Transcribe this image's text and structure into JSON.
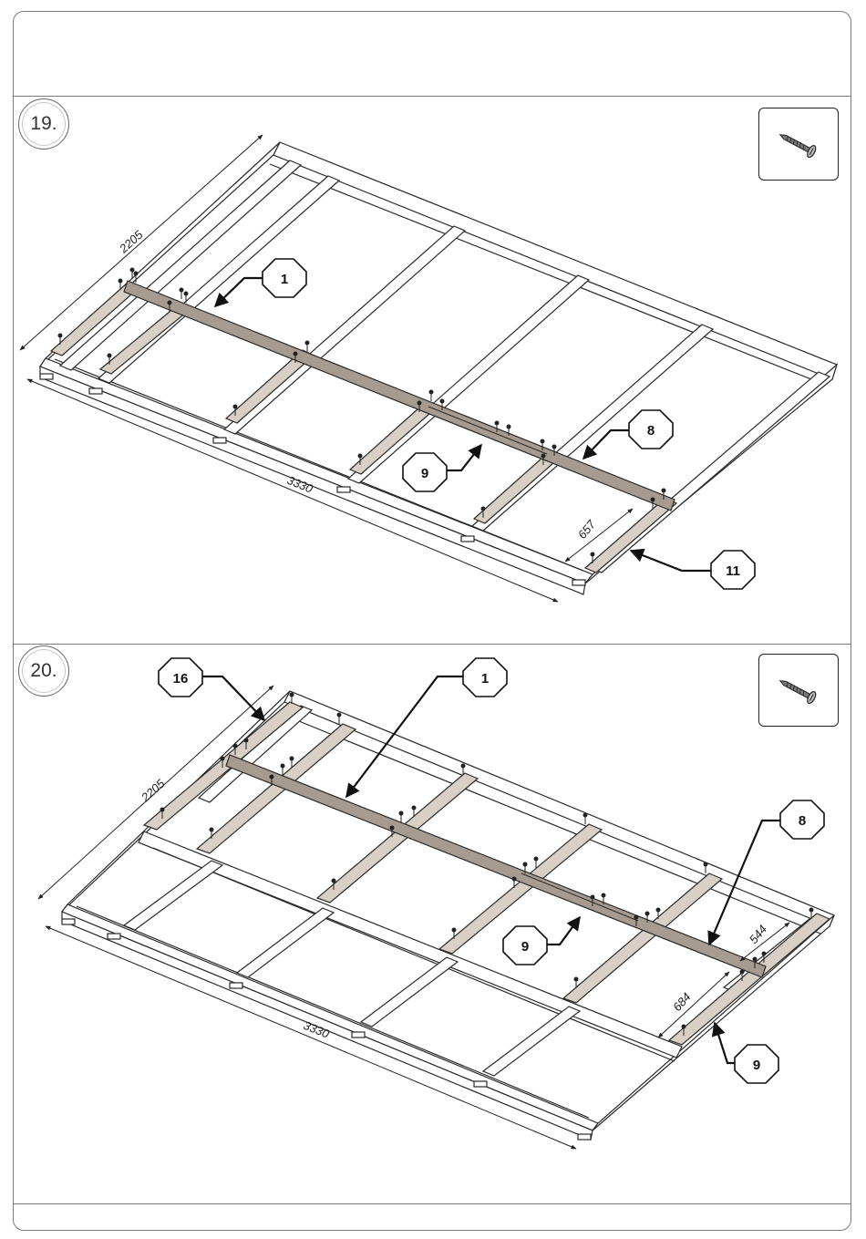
{
  "steps": [
    {
      "number": "19.",
      "dimensions": {
        "width": "2205",
        "length": "3330",
        "spacing": "657"
      },
      "callouts": [
        "1",
        "8",
        "9",
        "11"
      ],
      "hardware_icon": "screw-icon"
    },
    {
      "number": "20.",
      "dimensions": {
        "width": "2205",
        "length": "3330",
        "spacing_a": "684",
        "spacing_b": "544"
      },
      "callouts": [
        "16",
        "1",
        "8",
        "9",
        "9"
      ],
      "hardware_icon": "screw-icon"
    }
  ],
  "colors": {
    "line": "#2a2a2a",
    "joist": "#d8d0c6",
    "beam": "#a59b90",
    "frame": "#7a7a7a"
  }
}
